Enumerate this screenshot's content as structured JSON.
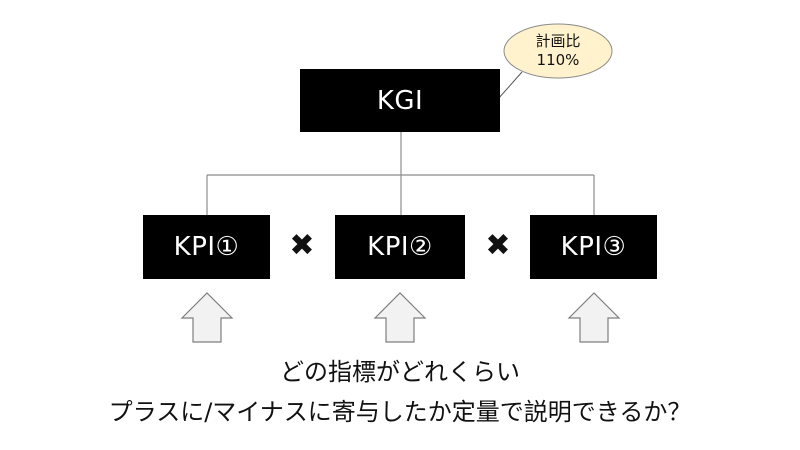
{
  "diagram": {
    "kgi": {
      "label": "KGI"
    },
    "callout": {
      "line1": "計画比",
      "line2": "110%"
    },
    "kpis": [
      {
        "label": "KPI①"
      },
      {
        "label": "KPI②"
      },
      {
        "label": "KPI③"
      }
    ],
    "operator": "✖",
    "caption": {
      "line1": "どの指標がどれくらい",
      "line2": "プラスに/マイナスに寄与したか定量で説明できるか？"
    }
  },
  "colors": {
    "box_fill": "#000000",
    "box_text": "#ffffff",
    "callout_fill": "#fff2cc",
    "arrow_fill": "#f2f2f2",
    "arrow_stroke": "#7f7f7f",
    "connector": "#8c8c8c"
  }
}
